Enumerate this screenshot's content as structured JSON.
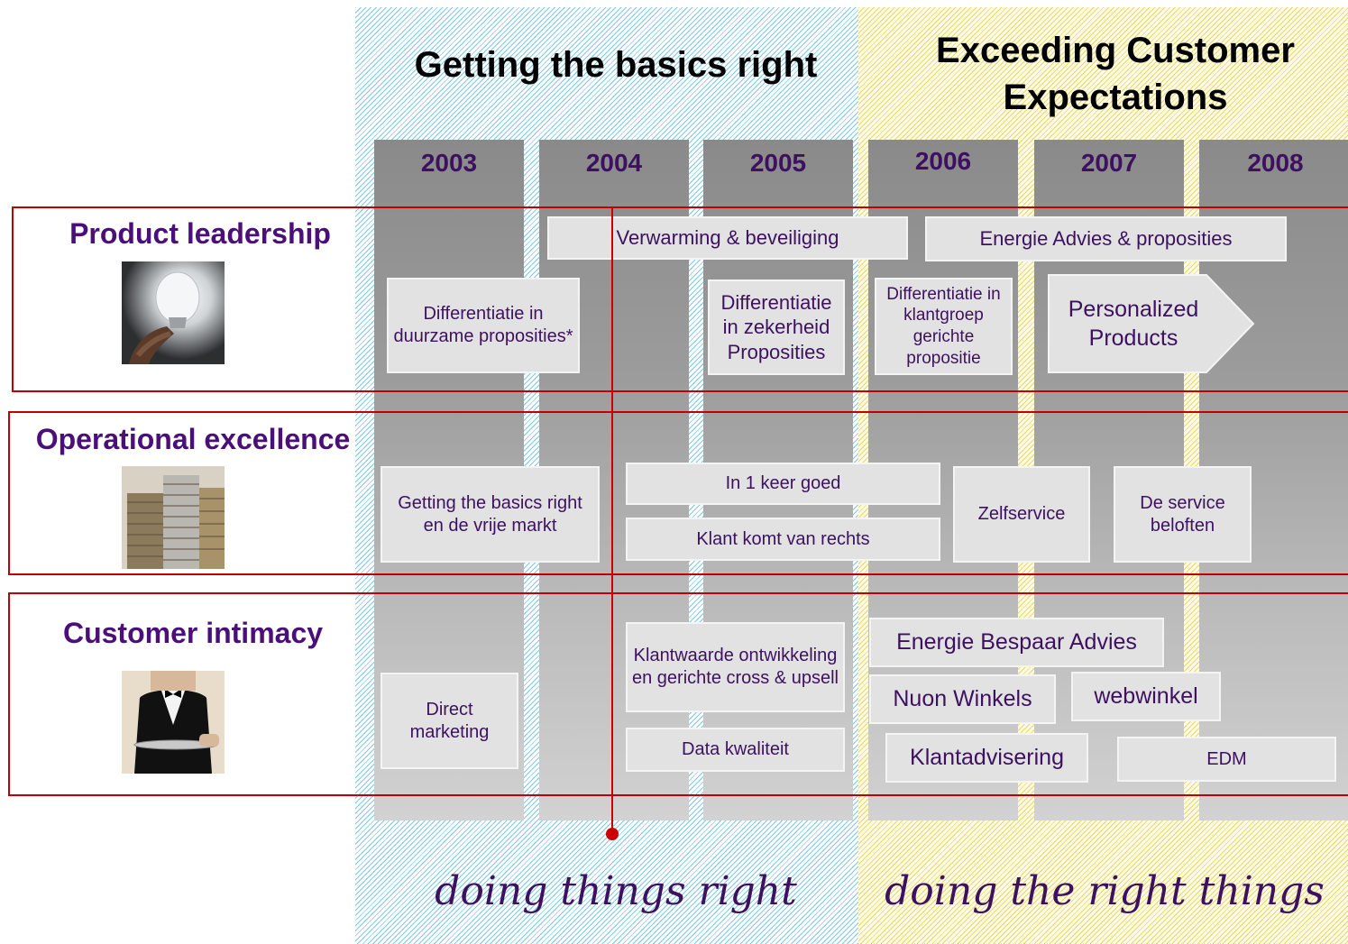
{
  "phases": {
    "left_title": "Getting the basics right",
    "right_title_line1": "Exceeding Customer",
    "right_title_line2": "Expectations",
    "left_slogan": "doing things right",
    "right_slogan": "doing the right things"
  },
  "years": [
    "2003",
    "2004",
    "2005",
    "2006",
    "2007",
    "2008"
  ],
  "categories": {
    "product": "Product leadership",
    "operational": "Operational excellence",
    "customer": "Customer intimacy"
  },
  "product_items": {
    "verwarming": "Verwarming & beveiliging",
    "energie_advies": "Energie Advies & proposities",
    "diff_duurzaam": "Differentiatie in duurzame proposities*",
    "diff_zekerheid": "Differentiatie in zekerheid Proposities",
    "diff_klantgroep": "Differentiatie in klantgroep gerichte propositie",
    "personalized": "Personalized Products"
  },
  "operational_items": {
    "basics_markt": "Getting the basics right en de vrije markt",
    "in1keer": "In 1 keer goed",
    "klant_rechts": "Klant komt van rechts",
    "zelfservice": "Zelfservice",
    "service_beloften": "De service beloften"
  },
  "customer_items": {
    "direct_marketing": "Direct marketing",
    "klantwaarde": "Klantwaarde ontwikkeling en gerichte cross & upsell",
    "data_kwaliteit": "Data kwaliteit",
    "bespaar_advies": "Energie Bespaar Advies",
    "nuon_winkels": "Nuon Winkels",
    "webwinkel": "webwinkel",
    "klantadvisering": "Klantadvisering",
    "edm": "EDM"
  },
  "icons": {
    "product": "light-bulb-icon",
    "operational": "coins-icon",
    "customer": "waiter-icon"
  },
  "colors": {
    "category_text": "#4b0f7a",
    "year_text": "#3d1160",
    "frame": "#c00000",
    "timeline_marker": "#cc0000"
  }
}
